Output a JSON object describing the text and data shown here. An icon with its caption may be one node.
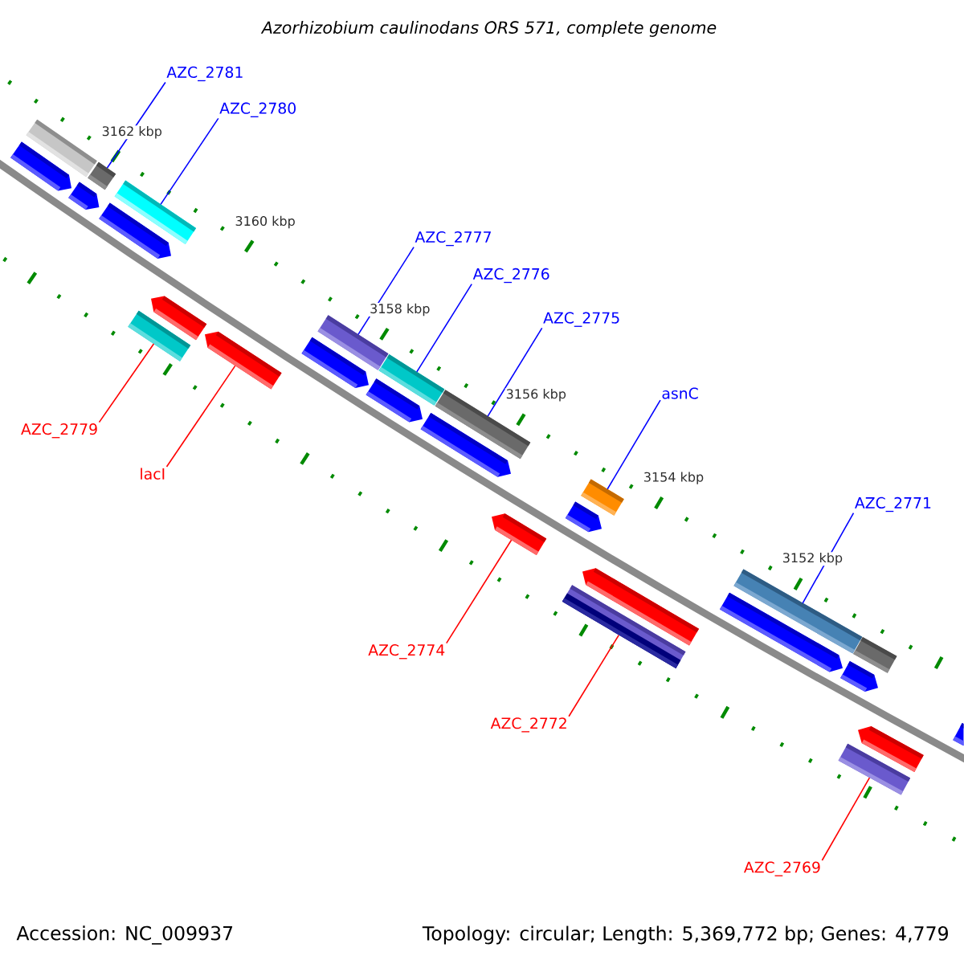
{
  "diagram": {
    "title": "Azorhizobium caulinodans ORS 571, complete genome",
    "nodes": [
      {
        "text": [
          "AZC_2781"
        ]
      },
      {
        "text": [
          "AZC_2780"
        ]
      },
      {
        "text": [],
        "shape": "bar"
      },
      {
        "text": [],
        "shape": "pentagon"
      },
      {
        "text": [],
        "shape": "bar"
      },
      {
        "text": [],
        "shape": "pentagon"
      },
      {
        "text": [],
        "shape": "bar"
      },
      {
        "text": [],
        "shape": "pentagon"
      },
      {
        "text": [
          "AZC_2777"
        ]
      },
      {
        "text": [
          "AZC_2776"
        ]
      },
      {
        "text": [],
        "shape": "pentagon"
      },
      {
        "text": [
          "AZC_2775"
        ]
      },
      {
        "text": [],
        "shape": "bar"
      },
      {
        "text": [],
        "shape": "bar"
      },
      {
        "text": [],
        "shape": "pentagon"
      },
      {
        "text": [],
        "shape": "pentagon"
      },
      {
        "text": [],
        "shape": "bar"
      },
      {
        "text": [
          "asnC"
        ]
      },
      {
        "text": [],
        "shape": "pentagon"
      },
      {
        "text": [],
        "shape": "bar"
      },
      {
        "text": [
          "AZC_2779"
        ]
      },
      {
        "text": [],
        "shape": "pentagon"
      },
      {
        "text": [
          "lacI"
        ]
      },
      {
        "text": [],
        "shape": "bar"
      },
      {
        "text": [
          "AZC_2771"
        ]
      },
      {
        "text": [],
        "shape": "pentagon"
      },
      {
        "text": [],
        "shape": "pentagon"
      },
      {
        "text": [],
        "shape": "bar"
      },
      {
        "text": [],
        "shape": "pentagon"
      },
      {
        "text": [],
        "shape": "bar"
      },
      {
        "text": [],
        "shape": "pentagon"
      },
      {
        "text": [
          "AZC_2774"
        ]
      },
      {
        "text": [],
        "shape": "bar"
      },
      {
        "text": [],
        "shape": "pentagon"
      },
      {
        "text": [
          "AZC_2772"
        ]
      },
      {
        "text": [],
        "shape": "pentagon"
      },
      {
        "text": [],
        "shape": "pentagon"
      },
      {
        "text": [],
        "shape": "bar"
      },
      {
        "text": [
          "AZC_2769"
        ]
      }
    ],
    "edges": [
      {
        "from": 0,
        "to": 4,
        "arrow": "none"
      },
      {
        "from": 1,
        "to": 6,
        "arrow": "none"
      },
      {
        "from": 8,
        "to": 13,
        "arrow": "none"
      },
      {
        "from": 9,
        "to": 16,
        "arrow": "none"
      },
      {
        "from": 11,
        "to": 19,
        "arrow": "none"
      },
      {
        "from": 17,
        "to": 23,
        "arrow": "none"
      },
      {
        "from": 20,
        "to": 12,
        "arrow": "none",
        "color": "#ff0000"
      },
      {
        "from": 22,
        "to": 14,
        "arrow": "none",
        "color": "#ff0000"
      },
      {
        "from": 24,
        "to": 27,
        "arrow": "none"
      },
      {
        "from": 31,
        "to": 26,
        "arrow": "none",
        "color": "#ff0000"
      },
      {
        "from": 34,
        "to": 29,
        "arrow": "none",
        "color": "#ff0000"
      },
      {
        "from": 38,
        "to": 37,
        "arrow": "none",
        "color": "#ff0000"
      }
    ],
    "labels": [
      "3162 kbp",
      "3160 kbp",
      "3158 kbp",
      "3156 kbp",
      "3154 kbp",
      "3152 kbp",
      "Accession: NC_009937",
      "Topology: circular; Length: 5,369,772 bp; Genes: 4,779"
    ]
  }
}
